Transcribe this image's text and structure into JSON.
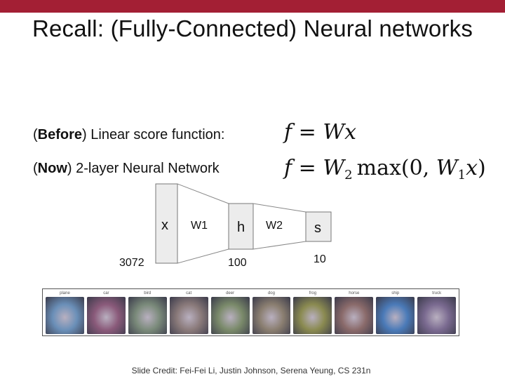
{
  "slide": {
    "title": "Recall: (Fully-Connected) Neural networks",
    "accent_color": "#a31f34",
    "before": {
      "bold": "Before",
      "prefix": "(",
      "rest": ") Linear score function:",
      "eq_lhs": "f",
      "eq_rhs_main": "W",
      "eq_rhs_var": "x"
    },
    "now": {
      "bold": "Now",
      "prefix": "(",
      "rest": ") 2-layer Neural Network",
      "eq_lhs": "f",
      "w2": "W",
      "w2_sub": "2",
      "op": "max",
      "zero": "(0, ",
      "w1": "W",
      "w1_sub": "1",
      "x": "x",
      "close": ")"
    },
    "network": {
      "x_label": "x",
      "x_size": "3072",
      "w1_label": "W1",
      "h_label": "h",
      "h_size": "100",
      "w2_label": "W2",
      "s_label": "s",
      "s_size": "10"
    },
    "templates": [
      {
        "label": "plane",
        "color": "#6a8fb8"
      },
      {
        "label": "car",
        "color": "#8a5a7a"
      },
      {
        "label": "bird",
        "color": "#7a8a7a"
      },
      {
        "label": "cat",
        "color": "#8a7a7a"
      },
      {
        "label": "deer",
        "color": "#7a8a6a"
      },
      {
        "label": "dog",
        "color": "#8a7e70"
      },
      {
        "label": "frog",
        "color": "#8a8a50"
      },
      {
        "label": "horse",
        "color": "#8a6a6a"
      },
      {
        "label": "ship",
        "color": "#4a7ab8"
      },
      {
        "label": "truck",
        "color": "#7a6a90"
      }
    ],
    "credit": "Slide Credit: Fei-Fei Li, Justin Johnson, Serena Yeung, CS 231n"
  }
}
